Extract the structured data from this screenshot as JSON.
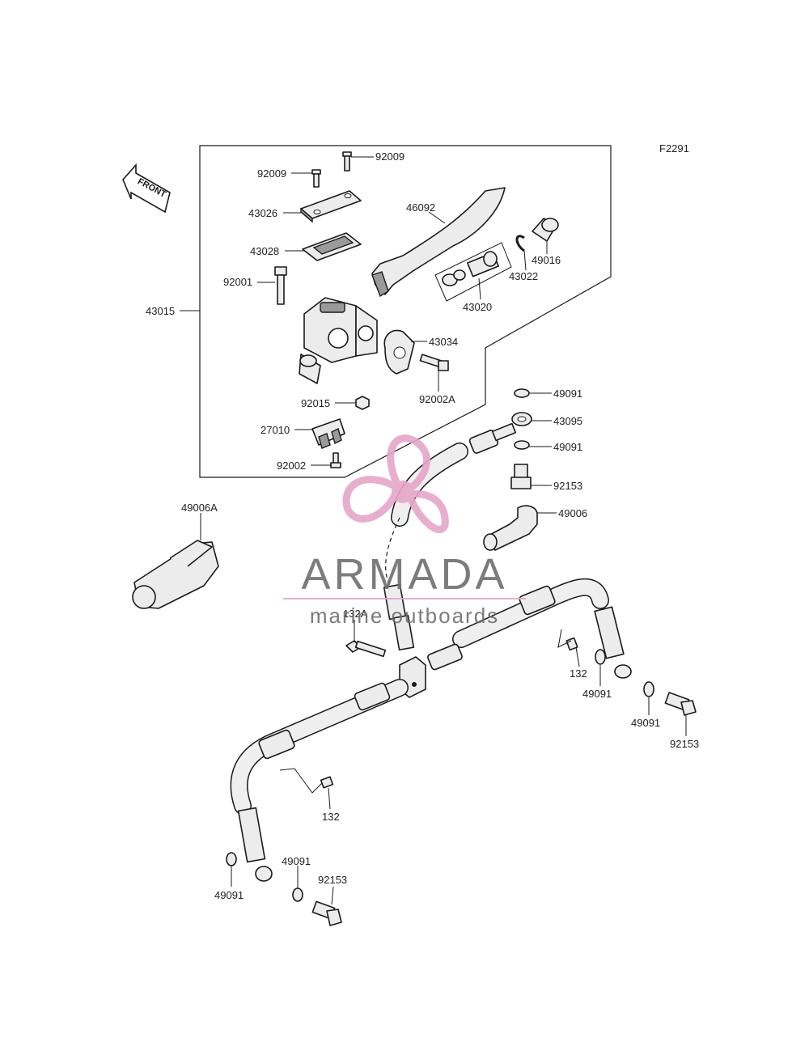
{
  "figure_code": "F2291",
  "front_arrow_text": "FRONT",
  "watermark": {
    "brand": "ARMADA",
    "tagline": "marine outboards",
    "logo_color": "#e6a6c8",
    "text_color": "#6e6e6e"
  },
  "labels": {
    "p92009_top": "92009",
    "p92009_left": "92009",
    "p43026": "43026",
    "p46092": "46092",
    "p43028": "43028",
    "p92001": "92001",
    "p43015": "43015",
    "p49016": "49016",
    "p43022": "43022",
    "p43020": "43020",
    "p43034": "43034",
    "p92015": "92015",
    "p92002A": "92002A",
    "p27010": "27010",
    "p92002": "92002",
    "p49091_a": "49091",
    "p43095": "43095",
    "p49091_b": "49091",
    "p92153_a": "92153",
    "p49006A": "49006A",
    "p49006": "49006",
    "p132A": "132A",
    "p132_right": "132",
    "p49091_c": "49091",
    "p49091_d": "49091",
    "p92153_b": "92153",
    "p132_bottom": "132",
    "p49091_e": "49091",
    "p49091_f": "49091",
    "p92153_c": "92153"
  }
}
